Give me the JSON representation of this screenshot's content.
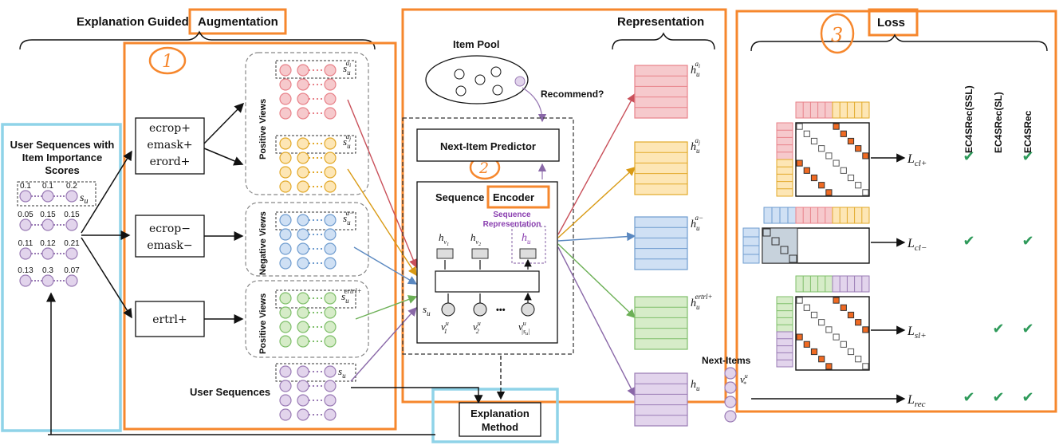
{
  "sections": {
    "augmentation_prefix": "Explanation Guided",
    "augmentation": "Augmentation",
    "representation": "Representation",
    "loss": "Loss"
  },
  "annotations": {
    "one": "1",
    "two": "2",
    "three": "3"
  },
  "colors": {
    "orange_box": "#f6872d",
    "blue_box": "#8fd3e8",
    "red": "#e8828a",
    "red_fill": "#f6c9cc",
    "yellow": "#e2a92a",
    "yellow_fill": "#fde6b5",
    "blue": "#6f9ccf",
    "blue_fill": "#cfe0f4",
    "green": "#7fbf6a",
    "green_fill": "#d6ecc8",
    "purple": "#9a7bb5",
    "purple_fill": "#e2d4ec",
    "check": "#2e9a5a"
  },
  "user_seq": {
    "title_lines": [
      "User Sequences with",
      "Item Importance",
      "Scores"
    ],
    "scores": [
      [
        "0.1",
        "0.1",
        "0.2"
      ],
      [
        "0.05",
        "0.15",
        "0.15"
      ],
      [
        "0.11",
        "0.12",
        "0.21"
      ],
      [
        "0.13",
        "0.3",
        "0.07"
      ]
    ],
    "s_label": "s",
    "s_sub": "u"
  },
  "ops": {
    "positive": [
      "ecrop+",
      "emask+",
      "erord+"
    ],
    "negative": [
      "ecrop−",
      "emask−"
    ],
    "retrieval": [
      "ertrl+"
    ]
  },
  "views": {
    "positive": "Positive Views",
    "negative": "Negative Views",
    "positive2": "Positive Views",
    "user_sequences": "User Sequences"
  },
  "view_sup": {
    "ai": "a",
    "ai_sub": "i",
    "aj": "a",
    "aj_sub": "j",
    "aneg": "a−",
    "ertrl": "ertrl+"
  },
  "encoder": {
    "item_pool": "Item Pool",
    "recommend": "Recommend?",
    "predictor": "Next-Item Predictor",
    "encoder_prefix": "Sequence",
    "encoder_word": "Encoder",
    "seq_rep": [
      "Sequence",
      "Representation"
    ],
    "ellipsis": "•••"
  },
  "explanation": [
    "Explanation",
    "Method"
  ],
  "next_items": "Next-Items",
  "loss": {
    "columns": [
      "EC4SRec(SSL)",
      "EC4SRec(SL)",
      "EC4SRec"
    ],
    "rows": [
      {
        "name": "cl+",
        "checks": [
          true,
          false,
          true
        ]
      },
      {
        "name": "cl−",
        "checks": [
          true,
          false,
          true
        ]
      },
      {
        "name": "sl+",
        "checks": [
          false,
          true,
          true
        ]
      },
      {
        "name": "rec",
        "checks": [
          true,
          true,
          true
        ]
      }
    ],
    "check_glyph": "✔",
    "L": "L"
  }
}
